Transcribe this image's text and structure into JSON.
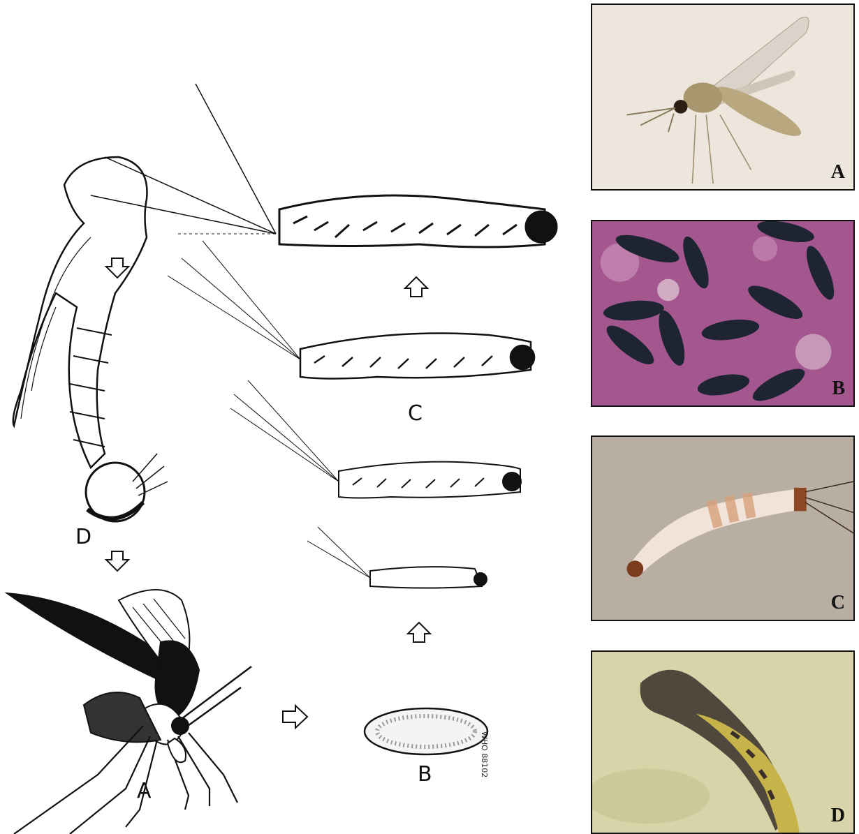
{
  "figure": {
    "sketch_labels": {
      "adult": "A",
      "egg": "B",
      "larvae": "C",
      "pupa": "D"
    },
    "who_code": "WHO 88102",
    "photos": [
      {
        "label": "A",
        "icon": "adult-sandfly-photo"
      },
      {
        "label": "B",
        "icon": "eggs-photo"
      },
      {
        "label": "C",
        "icon": "larva-photo"
      },
      {
        "label": "D",
        "icon": "pupa-photo"
      }
    ],
    "colors": {
      "photo_a_bg": "#ede6dc",
      "photo_b_bg": "#a4578f",
      "photo_c_bg": "#b8aea2",
      "photo_d_bg": "#d8d3a8"
    }
  }
}
